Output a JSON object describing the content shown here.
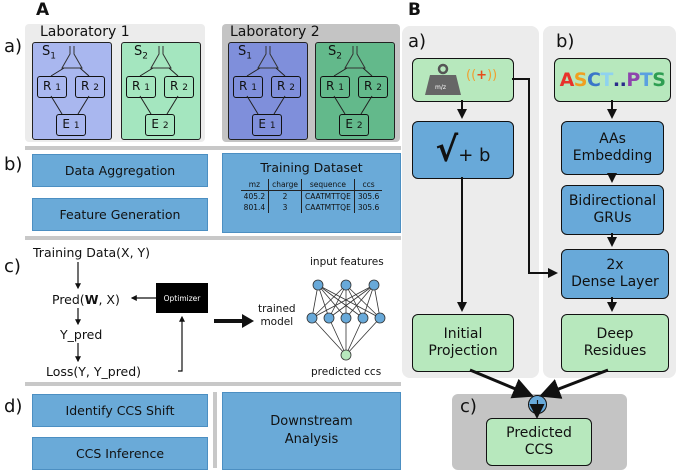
{
  "panel_a": {
    "label": "A",
    "section_a": {
      "label": "a)",
      "lab1": {
        "title": "Laboratory 1",
        "s1": "S",
        "s1_sub": "1",
        "s2": "S",
        "s2_sub": "2",
        "r1": "R",
        "r1_sub": "1",
        "r2": "R",
        "r2_sub": "2",
        "r1b": "R",
        "r1b_sub": "1",
        "r2b": "R",
        "r2b_sub": "2",
        "e1": "E",
        "e1_sub": "1",
        "e2": "E",
        "e2_sub": "2"
      },
      "lab2": {
        "title": "Laboratory 2",
        "s1": "S",
        "s1_sub": "1",
        "s2": "S",
        "s2_sub": "2",
        "r1": "R",
        "r1_sub": "1",
        "r2": "R",
        "r2_sub": "2",
        "r1b": "R",
        "r1b_sub": "1",
        "r2b": "R",
        "r2b_sub": "2",
        "e1": "E",
        "e1_sub": "1",
        "e2": "E",
        "e2_sub": "2"
      }
    },
    "section_b": {
      "label": "b)",
      "data_aggregation": "Data Aggregation",
      "feature_generation": "Feature Generation",
      "training_dataset": {
        "title": "Training Dataset",
        "headers": [
          "mz",
          "charge",
          "sequence",
          "ccs"
        ],
        "rows": [
          [
            "405.2",
            "2",
            "CAATMTTQE",
            "305.6"
          ],
          [
            "801.4",
            "3",
            "CAATMTTQE",
            "305.6"
          ]
        ]
      }
    },
    "section_c": {
      "label": "c)",
      "training_data": "Training Data(X, Y)",
      "pred_prefix": "Pred(",
      "pred_w": "W",
      "pred_suffix": ", X)",
      "y_pred": "Y_pred",
      "loss": "Loss(Y, Y_pred)",
      "optimizer": "Optimizer",
      "trained_model_1": "trained",
      "trained_model_2": "model",
      "input_features": "input features",
      "predicted_ccs": "predicted ccs"
    },
    "section_d": {
      "label": "d)",
      "identify_ccs_shift": "Identify CCS Shift",
      "ccs_inference": "CCS Inference",
      "downstream_1": "Downstream",
      "downstream_2": "Analysis"
    }
  },
  "panel_b": {
    "label": "B",
    "section_a": {
      "label": "a)",
      "weight_text": "m/z",
      "charge_plus": "+",
      "sqrt_sign": "√",
      "sqrt_b": "+ b",
      "initial_projection_1": "Initial",
      "initial_projection_2": "Projection"
    },
    "section_b": {
      "label": "b)",
      "sequence_letters": [
        "A",
        "S",
        "C",
        "T",
        "..",
        "P",
        "T",
        "S"
      ],
      "sequence_colors": [
        "#e8322b",
        "#f0a020",
        "#3a76c9",
        "#8fd2ef",
        "#2a2a8a",
        "#8e44ad",
        "#5aa0e0",
        "#2e9e52"
      ],
      "aas_embedding_1": "AAs",
      "aas_embedding_2": "Embedding",
      "bigru_1": "Bidirectional",
      "bigru_2": "GRUs",
      "dense_1": "2x",
      "dense_2": "Dense Layer",
      "deep_residues_1": "Deep",
      "deep_residues_2": "Residues"
    },
    "section_c": {
      "label": "c)",
      "plus": "+",
      "predicted_ccs_1": "Predicted",
      "predicted_ccs_2": "CCS"
    }
  }
}
